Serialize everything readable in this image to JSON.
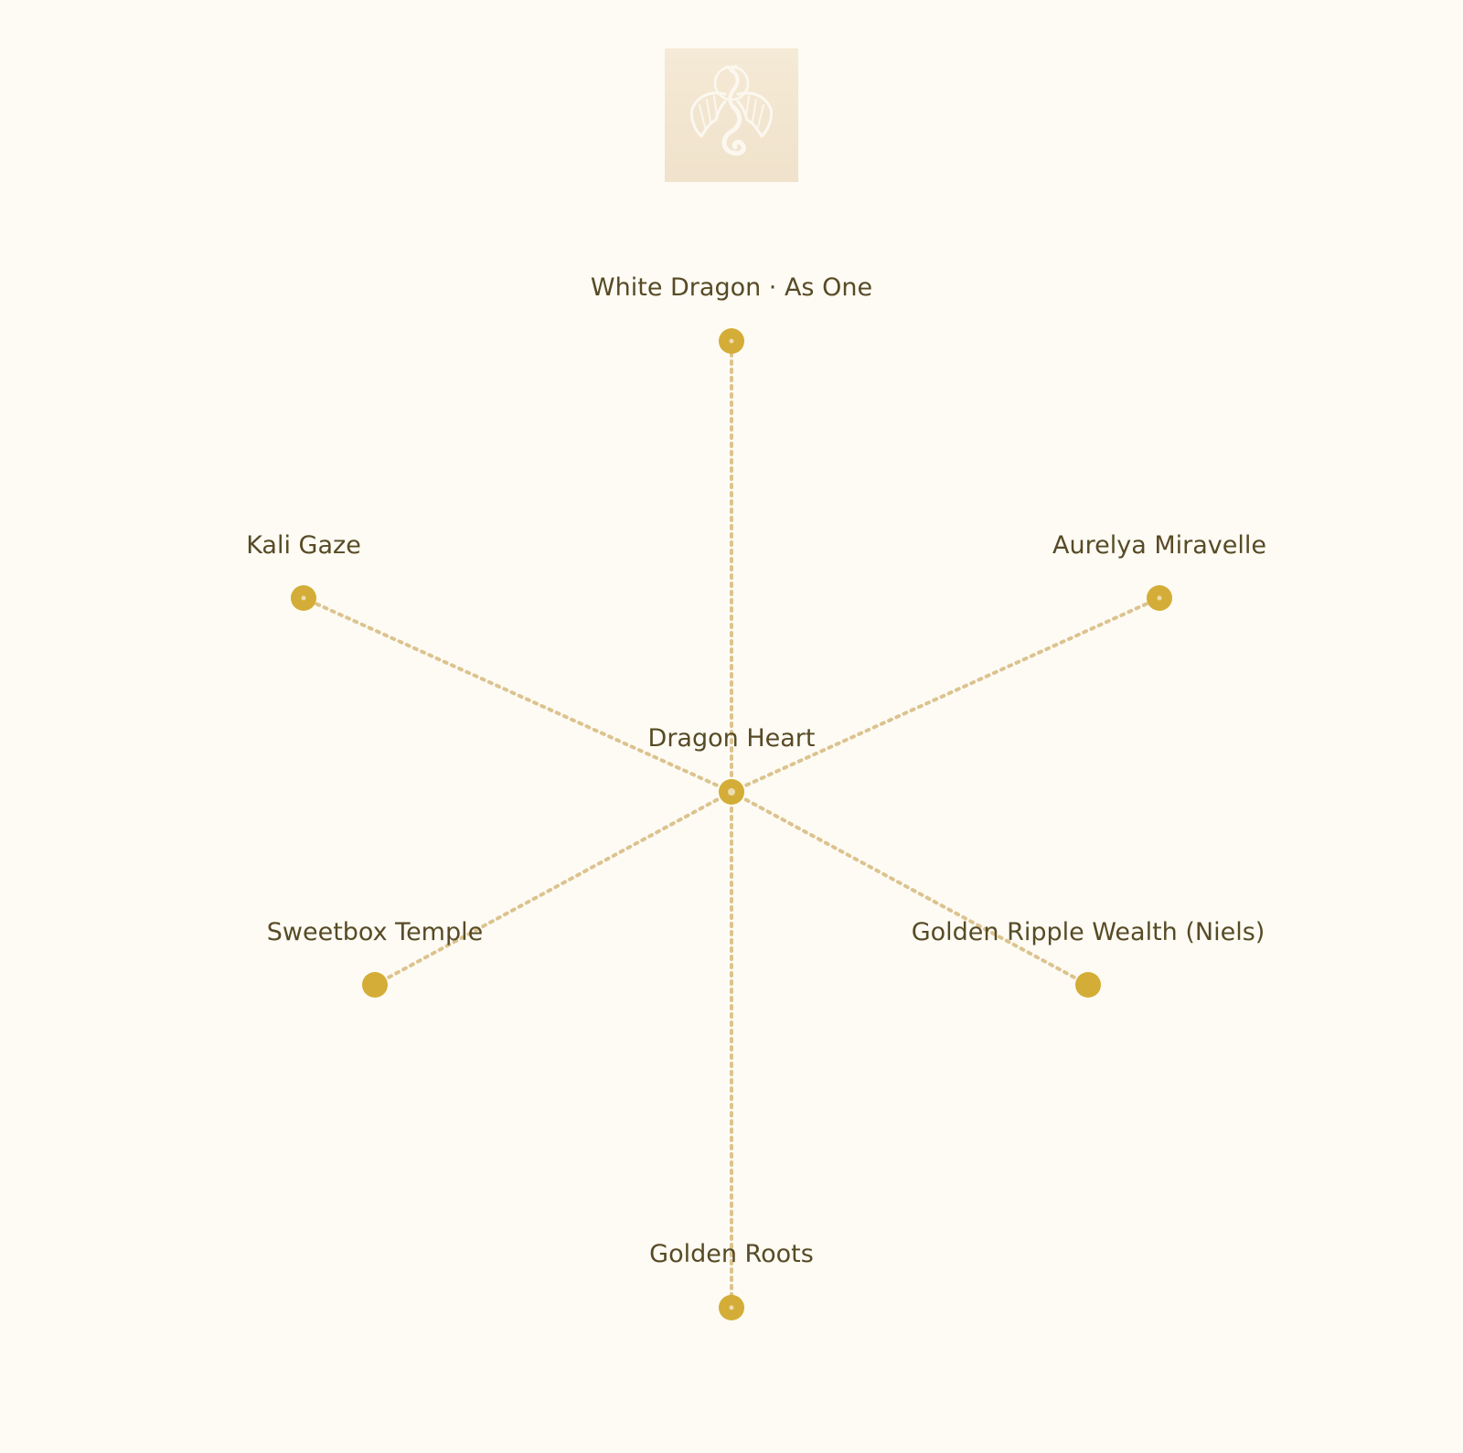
{
  "logo": {
    "icon": "dragon-emblem-icon",
    "background_color": "#f2e5cf",
    "emblem_color": "#fcf8f0"
  },
  "colors": {
    "background": "#fdfbf3",
    "edge": "#dcc38f",
    "node": "#d3ad37",
    "label": "#574a26"
  },
  "nodes": {
    "center": {
      "label": "Dragon Heart"
    },
    "top": {
      "label": "White Dragon · As One"
    },
    "upper_left": {
      "label": "Kali Gaze"
    },
    "upper_right": {
      "label": "Aurelya Miravelle"
    },
    "lower_left": {
      "label": "Sweetbox Temple"
    },
    "lower_right": {
      "label": "Golden Ripple Wealth (Niels)"
    },
    "bottom": {
      "label": "Golden Roots"
    }
  },
  "edges": [
    {
      "from": "Dragon Heart",
      "to": "White Dragon · As One"
    },
    {
      "from": "Dragon Heart",
      "to": "Kali Gaze"
    },
    {
      "from": "Dragon Heart",
      "to": "Aurelya Miravelle"
    },
    {
      "from": "Dragon Heart",
      "to": "Sweetbox Temple"
    },
    {
      "from": "Dragon Heart",
      "to": "Golden Ripple Wealth (Niels)"
    },
    {
      "from": "Dragon Heart",
      "to": "Golden Roots"
    }
  ]
}
